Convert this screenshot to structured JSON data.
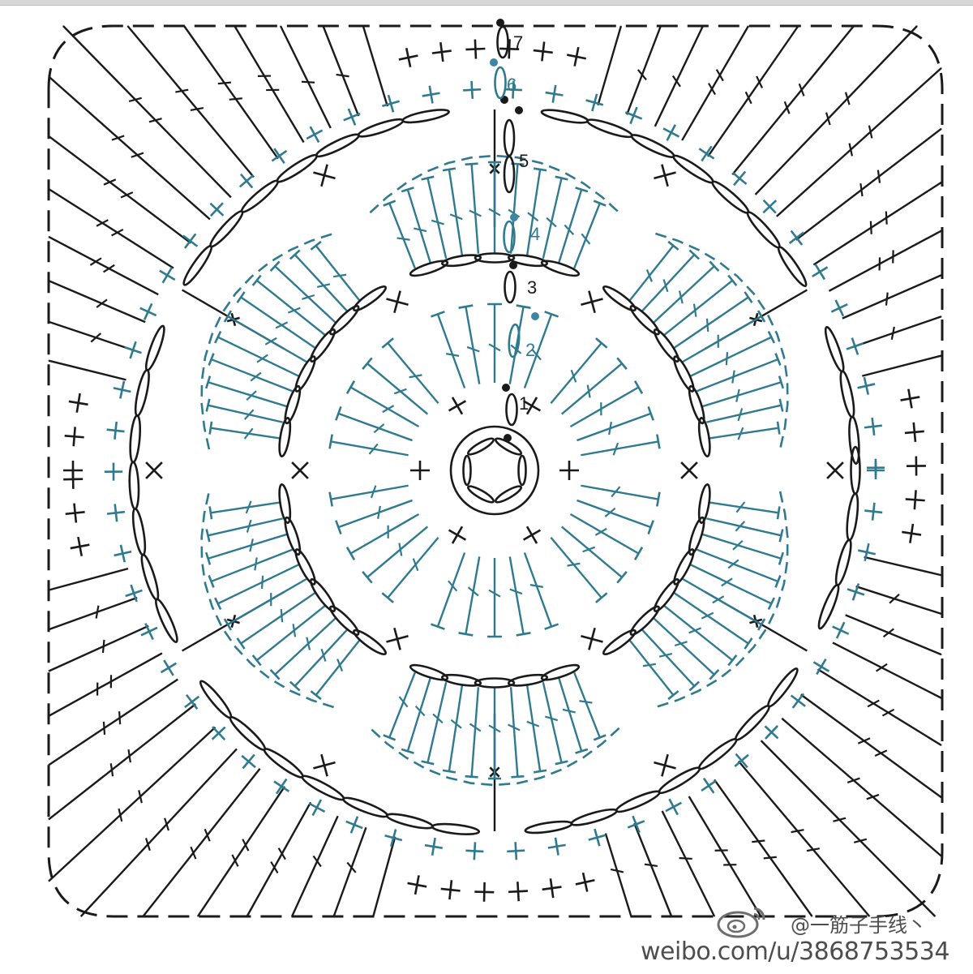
{
  "diagram": {
    "colors": {
      "dark": "#1a1a1a",
      "teal": "#2f7a8e",
      "teal_marker": "#3d86a3"
    },
    "round_labels": [
      "1",
      "2",
      "3",
      "4",
      "5",
      "6",
      "7"
    ],
    "stitch_symbols": [
      "slip-stitch-dot",
      "chain-oval",
      "single-crochet-cross",
      "double-crochet-t",
      "treble-crochet-t"
    ],
    "petal_count": 6,
    "corner_count": 4
  },
  "watermark": {
    "logo_icon": "weibo-logo-icon",
    "handle": "@一筋子手线丶",
    "url": "weibo.com/u/3868753534"
  }
}
